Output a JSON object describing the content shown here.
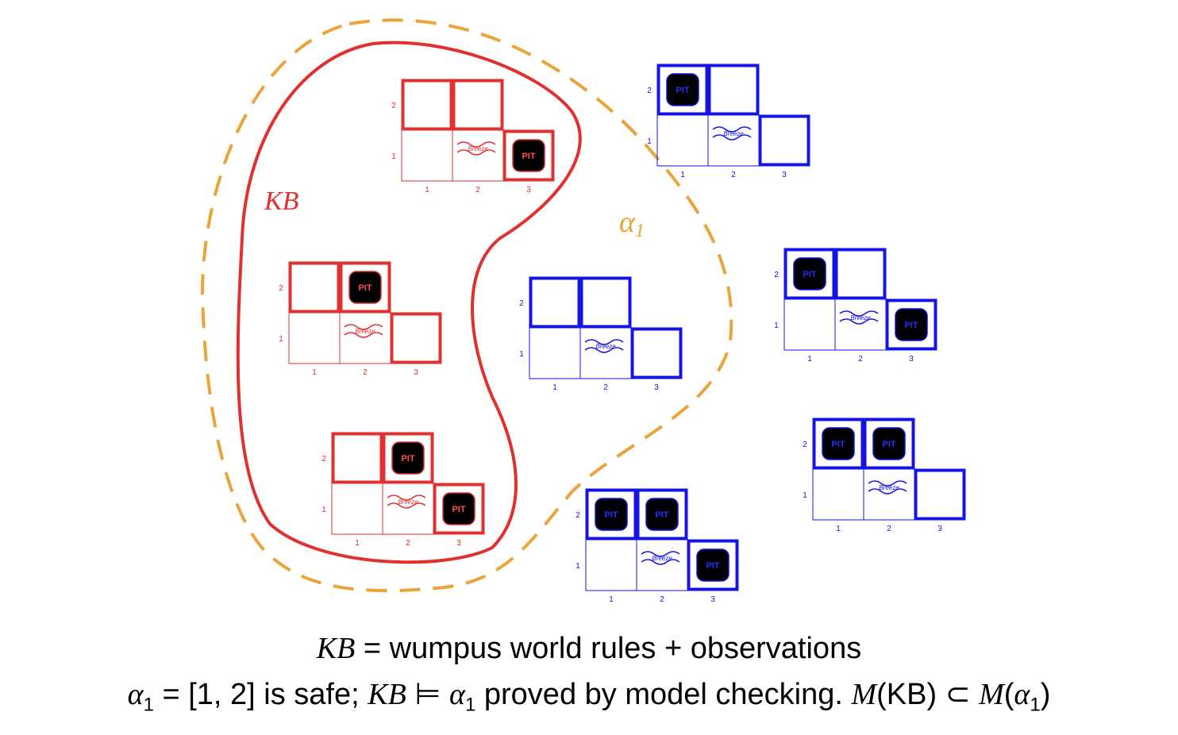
{
  "regions": {
    "kb_label": "KB",
    "alpha_label": "α",
    "alpha_subscript": "1",
    "kb_color": "#e03030",
    "alpha_color": "#eba43a",
    "outside_color": "#1414e6"
  },
  "grid_labels": {
    "cols": [
      "1",
      "2",
      "3"
    ],
    "rows": [
      "1",
      "2"
    ],
    "pit": "PIT",
    "breeze": "Breeze"
  },
  "models": [
    {
      "id": "kb-model-1",
      "set": "kb",
      "pits": [
        "3,1"
      ]
    },
    {
      "id": "kb-model-2",
      "set": "kb",
      "pits": [
        "2,2"
      ]
    },
    {
      "id": "kb-model-3",
      "set": "kb",
      "pits": [
        "2,2",
        "3,1"
      ]
    },
    {
      "id": "alpha-model-1",
      "set": "alpha",
      "pits": []
    },
    {
      "id": "outside-model-1",
      "set": "outside",
      "pits": [
        "1,2"
      ]
    },
    {
      "id": "outside-model-2",
      "set": "outside",
      "pits": [
        "1,2",
        "3,1"
      ]
    },
    {
      "id": "outside-model-3",
      "set": "outside",
      "pits": [
        "1,2",
        "2,2"
      ]
    },
    {
      "id": "outside-model-4",
      "set": "outside",
      "pits": [
        "1,2",
        "2,2",
        "3,1"
      ]
    }
  ],
  "caption": {
    "line1": {
      "kb": "KB",
      "eq": " = wumpus world rules + observations"
    },
    "line2": {
      "alpha": "α",
      "sub": "1",
      "eq": " = [1, 2] is safe; ",
      "kb": "KB",
      "entails": " ⊨ ",
      "alpha2": "α",
      "sub2": "1",
      "proved": " proved by model checking.  ",
      "m1": "M",
      "kbparen": "(KB) ⊂ ",
      "m2": "M",
      "open": "(",
      "alpha3": "α",
      "sub3": "1",
      "close": ")"
    }
  }
}
